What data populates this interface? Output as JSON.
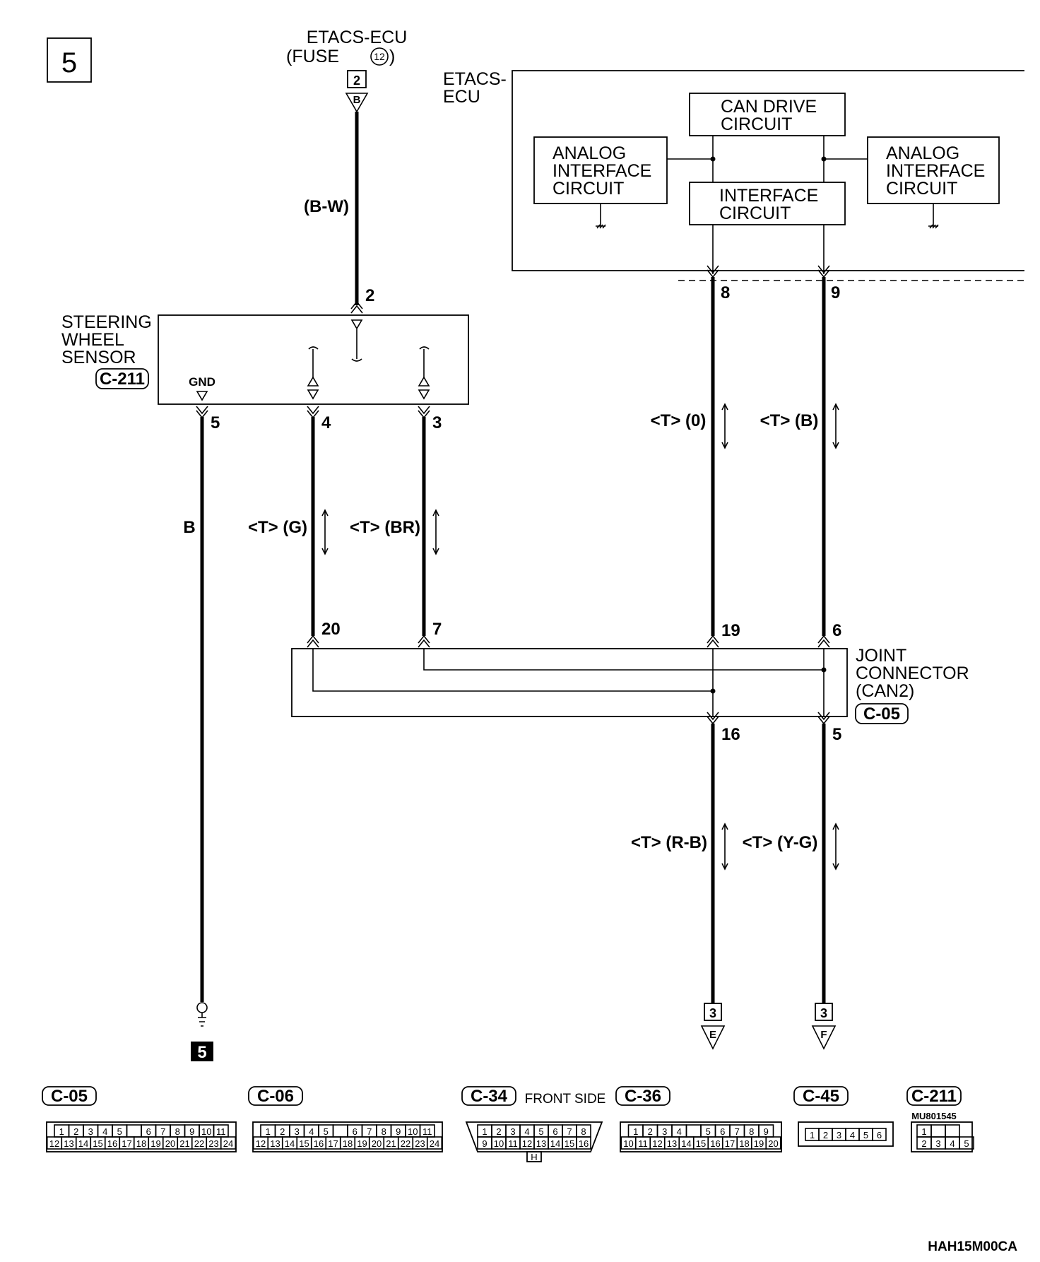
{
  "page": {
    "number": "5",
    "ground_marker": "5",
    "figure_code": "HAH15M00CA"
  },
  "fuse_source": {
    "line1": "ETACS-ECU",
    "line2a": "(FUSE",
    "fuse_number": "12",
    "line2b": ")",
    "connector_no": "2",
    "pin_letter": "B"
  },
  "etacs": {
    "label_line1": "ETACS-",
    "label_line2": "ECU",
    "can_drive": [
      "CAN DRIVE",
      "CIRCUIT"
    ],
    "interface": [
      "INTERFACE",
      "CIRCUIT"
    ],
    "analog_left": [
      "ANALOG",
      "INTERFACE",
      "CIRCUIT"
    ],
    "analog_right": [
      "ANALOG",
      "INTERFACE",
      "CIRCUIT"
    ],
    "pins": [
      "8",
      "9"
    ]
  },
  "sensor": {
    "label": [
      "STEERING",
      "WHEEL",
      "SENSOR"
    ],
    "connector": "C-211",
    "gnd": "GND",
    "power_pin": "2",
    "pins": [
      "5",
      "4",
      "3"
    ]
  },
  "wires": {
    "power": "(B-W)",
    "ground": "B",
    "pin4": "<T> (G)",
    "pin3": "<T> (BR)",
    "etacs8": "<T> (0)",
    "etacs9": "<T> (B)",
    "out16": "<T> (R-B)",
    "out5": "<T> (Y-G)"
  },
  "joint": {
    "label": [
      "JOINT",
      "CONNECTOR",
      "(CAN2)"
    ],
    "connector": "C-05",
    "top_pins": [
      "20",
      "7",
      "19",
      "6"
    ],
    "bottom_pins": [
      "16",
      "5"
    ]
  },
  "destinations": [
    {
      "page": "3",
      "letter": "E"
    },
    {
      "page": "3",
      "letter": "F"
    }
  ],
  "connector_views": [
    {
      "id": "C-05",
      "row1": [
        "1",
        "2",
        "3",
        "4",
        "5",
        "",
        "6",
        "7",
        "8",
        "9",
        "10",
        "11"
      ],
      "row2": [
        "12",
        "13",
        "14",
        "15",
        "16",
        "17",
        "18",
        "19",
        "20",
        "21",
        "22",
        "23",
        "24"
      ]
    },
    {
      "id": "C-06",
      "row1": [
        "1",
        "2",
        "3",
        "4",
        "5",
        "",
        "6",
        "7",
        "8",
        "9",
        "10",
        "11"
      ],
      "row2": [
        "12",
        "13",
        "14",
        "15",
        "16",
        "17",
        "18",
        "19",
        "20",
        "21",
        "22",
        "23",
        "24"
      ]
    },
    {
      "id": "C-34",
      "note": "FRONT SIDE",
      "row1": [
        "1",
        "2",
        "3",
        "4",
        "5",
        "6",
        "7",
        "8"
      ],
      "row2": [
        "9",
        "10",
        "11",
        "12",
        "13",
        "14",
        "15",
        "16"
      ],
      "tab": "H"
    },
    {
      "id": "C-36",
      "row1": [
        "1",
        "2",
        "3",
        "4",
        "",
        "5",
        "6",
        "7",
        "8",
        "9"
      ],
      "row2": [
        "10",
        "11",
        "12",
        "13",
        "14",
        "15",
        "16",
        "17",
        "18",
        "19",
        "20"
      ]
    },
    {
      "id": "C-45",
      "row1": [
        "1",
        "2",
        "3",
        "4",
        "5",
        "6"
      ]
    },
    {
      "id": "C-211",
      "part_no": "MU801545",
      "row1": [
        "1",
        "",
        ""
      ],
      "row2": [
        "2",
        "3",
        "4",
        "5"
      ]
    }
  ]
}
